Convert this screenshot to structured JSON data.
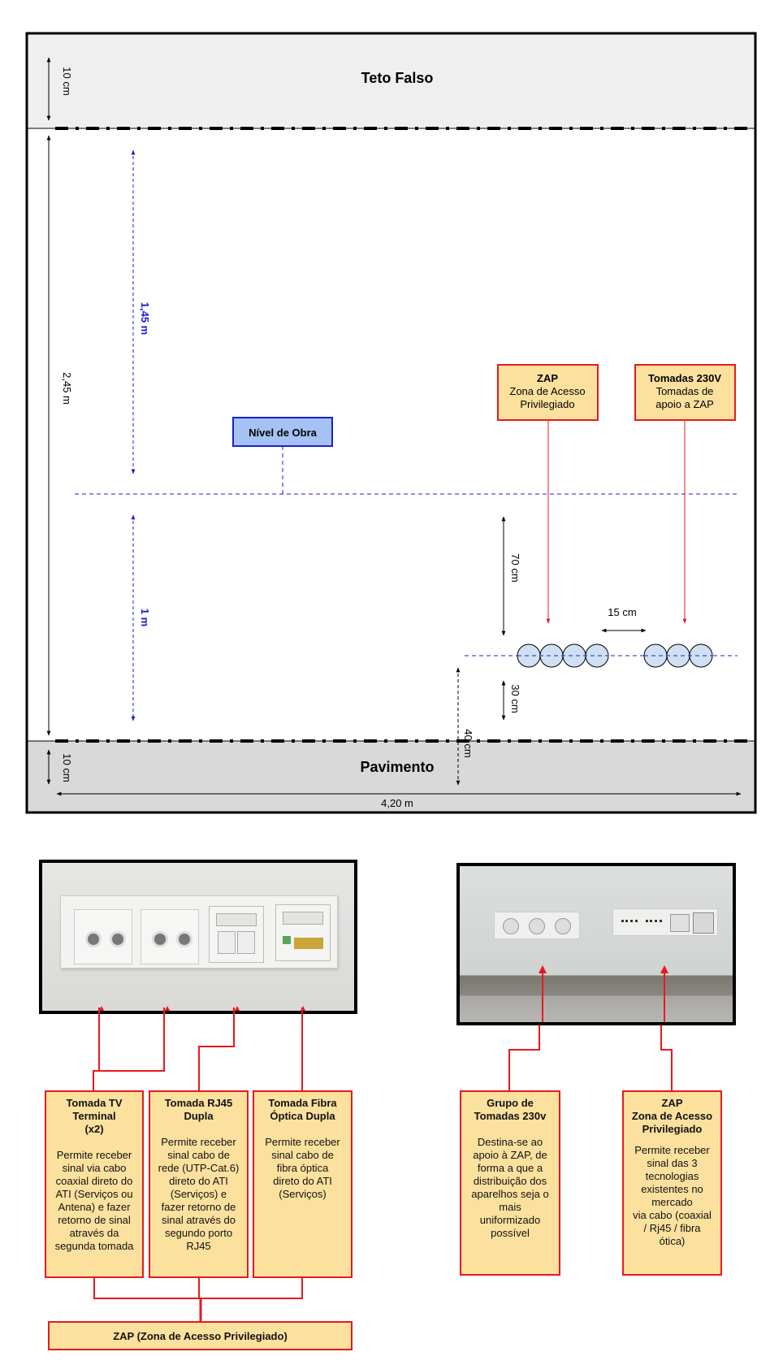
{
  "elevation": {
    "ceiling_label": "Teto Falso",
    "floor_label": "Pavimento",
    "ceiling_thickness": "10 cm",
    "floor_thickness": "10 cm",
    "wall_height": "2,45 m",
    "upper_to_ceiling": "1,45 m",
    "level_to_floor": "1 m",
    "level_label": "Nível de Obra",
    "wall_width": "4,20 m",
    "level_to_sockets": "70 cm",
    "sockets_to_floor_a": "30 cm",
    "sockets_to_floor_b": "40 cm",
    "socket_gap": "15 cm",
    "zap_box": {
      "title": "ZAP",
      "line1": "Zona de Acesso",
      "line2": "Privilegiado"
    },
    "power_box": {
      "title": "Tomadas 230V",
      "line1": "Tomadas de",
      "line2": "apoio a ZAP"
    },
    "zap_socket_count": 4,
    "power_socket_count": 3,
    "colors": {
      "callout_fill": "#fce19e",
      "callout_border": "#e8191e",
      "level_fill": "#a4c2f4",
      "level_border": "#1c20cc",
      "socket_fill": "#cfe0f3",
      "dimension_blue": "#1c20cc"
    }
  },
  "photos": {
    "left": {
      "alt": "Foto do painel ZAP: 2 tomadas TV, tomada RJ45 dupla, tomada fibra óptica"
    },
    "right": {
      "alt": "Foto da parede: grupo de 3 tomadas 230v e painel ZAP"
    }
  },
  "callouts": [
    {
      "title": "Tomada TV\nTerminal\n(x2)",
      "desc": "Permite receber\nsinal via cabo\ncoaxial direto do\nATI (Serviços ou\nAntena) e fazer\nretorno de sinal\natravés da\nsegunda tomada"
    },
    {
      "title": "Tomada RJ45\nDupla",
      "desc": "Permite receber\nsinal cabo de\nrede (UTP-Cat.6)\ndireto do ATI\n(Serviços) e\nfazer retorno de\nsinal através do\nsegundo porto\nRJ45"
    },
    {
      "title": "Tomada Fibra\nÓptica Dupla",
      "desc": "Permite receber\nsinal cabo de\nfibra óptica\ndireto do ATI\n(Serviços)"
    },
    {
      "title": "Grupo de\nTomadas 230v",
      "desc": "Destina-se ao\napoio à ZAP, de\nforma a que a\ndistribuição dos\naparelhos seja o\nmais\nuniformizado\npossível"
    },
    {
      "title": "ZAP\nZona de Acesso\nPrivilegiado",
      "desc": "Permite receber\nsinal das 3\ntecnologias\nexistentes no\nmercado\nvia cabo (coaxial\n/ Rj45 / fibra\nótica)"
    }
  ],
  "zap_bar_label": "ZAP (Zona de Acesso Privilegiado)"
}
